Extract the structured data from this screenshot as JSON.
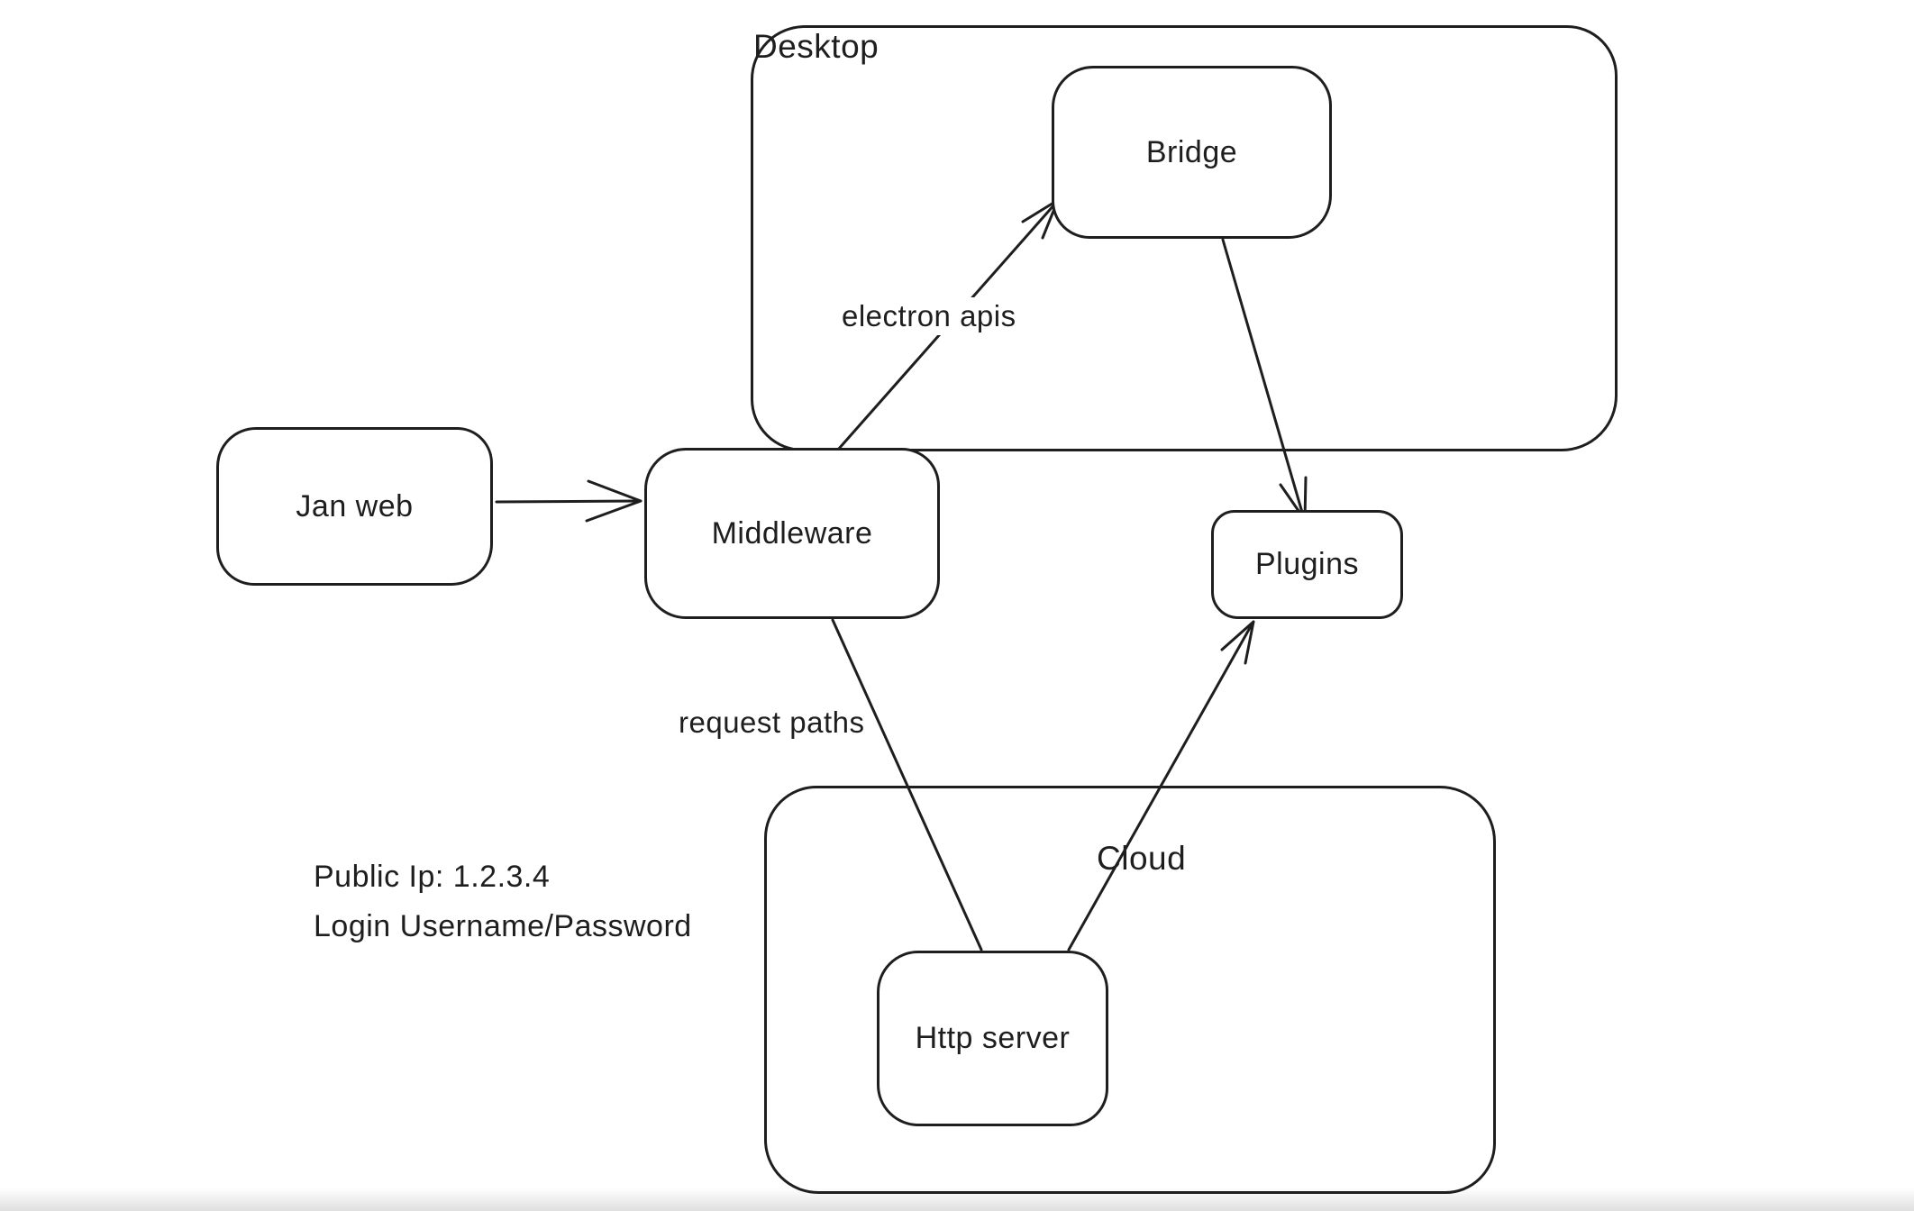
{
  "canvas": {
    "background_color": "#ffffff",
    "stroke_color": "#1e1e1e"
  },
  "containers": {
    "desktop": {
      "label": "Desktop"
    },
    "cloud": {
      "label": "Cloud"
    }
  },
  "nodes": {
    "jan_web": {
      "label": "Jan web"
    },
    "middleware": {
      "label": "Middleware"
    },
    "bridge": {
      "label": "Bridge"
    },
    "plugins": {
      "label": "Plugins"
    },
    "http_server": {
      "label": "Http server"
    }
  },
  "edges": {
    "jan_web_to_middleware": {
      "from": "Jan web",
      "to": "Middleware",
      "label": "",
      "arrowhead": "open"
    },
    "middleware_to_bridge": {
      "from": "Middleware",
      "to": "Bridge",
      "label": "electron apis",
      "arrowhead": "open"
    },
    "bridge_to_plugins": {
      "from": "Bridge",
      "to": "Plugins",
      "label": "",
      "arrowhead": "open"
    },
    "http_server_to_plugins": {
      "from": "Http server",
      "to": "Plugins",
      "label": "",
      "arrowhead": "open"
    },
    "middleware_to_http_server": {
      "from": "Middleware",
      "to": "Http server",
      "label": "request paths",
      "arrowhead": "none"
    }
  },
  "annotations": [
    {
      "text": "Public Ip: 1.2.3.4"
    },
    {
      "text": "Login Username/Password"
    }
  ]
}
